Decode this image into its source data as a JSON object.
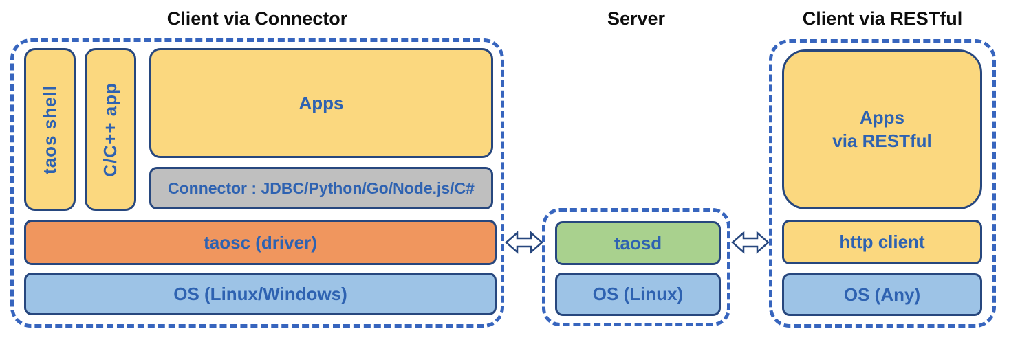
{
  "diagram": {
    "sections": [
      {
        "title": "Client via Connector",
        "boxes": {
          "taos_shell": "taos shell",
          "cpp_app": "C/C++ app",
          "apps": "Apps",
          "connector": "Connector : JDBC/Python/Go/Node.js/C#",
          "taosc": "taosc (driver)",
          "os": "OS (Linux/Windows)"
        }
      },
      {
        "title": "Server",
        "boxes": {
          "taosd": "taosd",
          "os": "OS (Linux)"
        }
      },
      {
        "title": "Client via RESTful",
        "boxes": {
          "apps_line1": "Apps",
          "apps_line2": "via RESTful",
          "http_client": "http client",
          "os": "OS (Any)"
        }
      }
    ],
    "icons": {
      "left_arrow": "double-headed-arrow",
      "right_arrow": "double-headed-arrow"
    },
    "colors": {
      "box_yellow": "#FBD87F",
      "box_gray": "#BFBFBF",
      "box_orange": "#F0965E",
      "box_blue": "#9DC3E6",
      "box_green": "#A9D18E",
      "box_border": "#27477E",
      "dashed_border": "#3765BE",
      "label_text": "#2E62B1",
      "title_text": "#0d0d0d"
    }
  }
}
